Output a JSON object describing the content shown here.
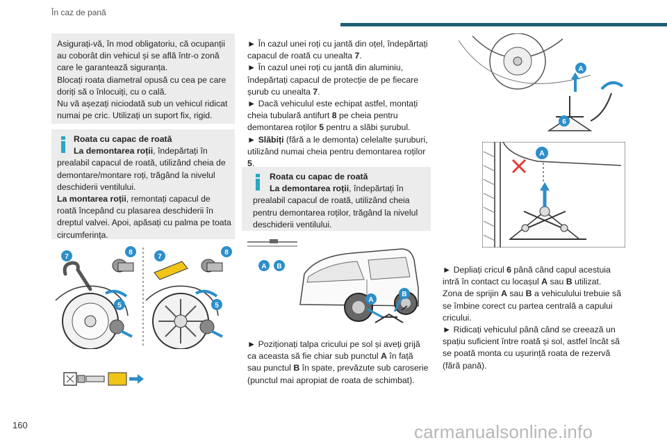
{
  "header": {
    "section": "În caz de pană"
  },
  "page_number": "160",
  "watermark": "carmanualsonline.info",
  "col1": {
    "box1": {
      "l1": "Asigurați-vă, în mod obligatoriu, că ocupanții",
      "l2": "au coborât din vehicul și se află într-o zonă",
      "l3": "care le garantează siguranța.",
      "l4": "Blocați roata diametral opusă cu cea pe care",
      "l5": "doriți să o înlocuiți, cu o cală.",
      "l6": "Nu vă așezați niciodată sub un vehicul ridicat",
      "l7": "numai pe cric. Utilizați un suport fix, rigid."
    },
    "box2": {
      "title": "Roata cu capac de roată",
      "l1_bold": "La demontarea roții",
      "l1_rest": ", îndepărtați în",
      "l2": "prealabil capacul de roată, utilizând cheia de",
      "l3": "demontare/montare roți, trăgând la nivelul",
      "l4": "deschiderii ventilului.",
      "l5_bold": "La montarea roții",
      "l5_rest": ", remontați capacul de",
      "l6": "roată începând cu plasarea deschiderii în",
      "l7": "dreptul valvei. Apoi, apăsați cu palma pe toata",
      "l8": "circumferința."
    }
  },
  "col2": {
    "p1a": "► În cazul unei roți cu jantă din oțel, îndepărtați",
    "p1b_pre": "capacul de roată cu unealta ",
    "p1b_num": "7",
    "p1b_post": ".",
    "p2a": "► În cazul unei roți cu jantă din aluminiu,",
    "p2b": "îndepărtați capacul de protecție de pe fiecare",
    "p2c_pre": "șurub cu unealta ",
    "p2c_num": "7",
    "p2c_post": ".",
    "p3a": "► Dacă vehiculul este echipat astfel, montați",
    "p3b_pre": "cheia tubulară antifurt ",
    "p3b_num": "8",
    "p3b_post": " pe cheia pentru",
    "p3c_pre": "demontarea roților ",
    "p3c_num": "5",
    "p3c_post": " pentru a slăbi șurubul.",
    "p4a_pre": "► ",
    "p4a_bold": "Slăbiți",
    "p4a_post": " (fără a le demonta) celelalte șuruburi,",
    "p4b": "utilizând numai cheia pentru demontarea roților",
    "p4c_num": "5",
    "p4c_post": ".",
    "box": {
      "title": "Roata cu capac de roată",
      "l1_bold": "La demontarea roții",
      "l1_rest": ", îndepărtați în",
      "l2": "prealabil capacul de roată, utilizând cheia",
      "l3": "pentru demontarea roților, trăgând la nivelul",
      "l4": "deschiderii ventilului."
    },
    "p5a": "► Poziționați talpa cricului pe sol și aveți grijă",
    "p5b_pre": "ca aceasta să fie chiar sub punctul ",
    "p5b_A": "A",
    "p5b_post": " în față",
    "p5c_pre": "sau punctul ",
    "p5c_B": "B",
    "p5c_post": " în spate, prevăzute sub caroserie",
    "p5d": "(punctul mai apropiat de roata de schimbat)."
  },
  "col3": {
    "p1a_pre": "► Depliați cricul ",
    "p1a_num": "6",
    "p1a_post": " până când capul acestuia",
    "p1b_pre": "intră în contact cu locașul ",
    "p1b_A": "A",
    "p1b_mid": " sau ",
    "p1b_B": "B",
    "p1b_post": " utilizat.",
    "p1c_pre": "Zona de sprijin ",
    "p1c_A": "A",
    "p1c_mid": " sau ",
    "p1c_B": "B",
    "p1c_post": " a vehiculului trebuie să",
    "p1d": "se îmbine corect cu partea centrală a capului",
    "p1e": "cricului.",
    "p2a": "► Ridicați vehiculul până când se creează un",
    "p2b": "spațiu suficient între roată și sol, astfel încât să",
    "p2c": "se poată monta cu ușurință roata de rezervă",
    "p2d": "(fără pană)."
  },
  "figures": {
    "tools_labels": [
      "7",
      "8",
      "7",
      "8",
      "5",
      "5"
    ],
    "car_labels": [
      "A",
      "B",
      "A",
      "B"
    ],
    "jack_labels": [
      "A",
      "6",
      "A"
    ]
  },
  "colors": {
    "accent_bar": "#1e5f74",
    "info_icon": "#2aa7c4",
    "badge": "#2d8ec9",
    "box_bg": "#ececec",
    "cross": "#e53935"
  }
}
